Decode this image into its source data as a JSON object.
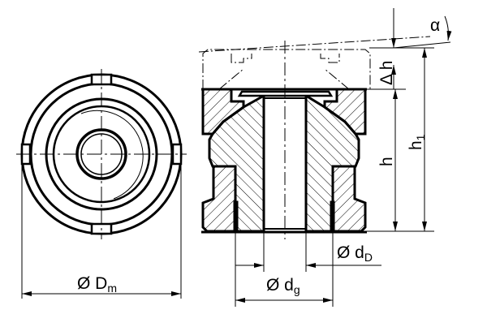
{
  "drawing": {
    "front_view": {
      "dimension_label": "Ø D",
      "dimension_sub": "m"
    },
    "section_view": {
      "delta_h_label": "Δ h",
      "h_label": "h",
      "h1_label": "h",
      "h1_sub": "1",
      "alpha_label": "α",
      "dD_label": "Ø d",
      "dD_sub": "D",
      "dg_label": "Ø d",
      "dg_sub": "g"
    },
    "colors": {
      "line": "#000000",
      "background": "#ffffff"
    }
  }
}
